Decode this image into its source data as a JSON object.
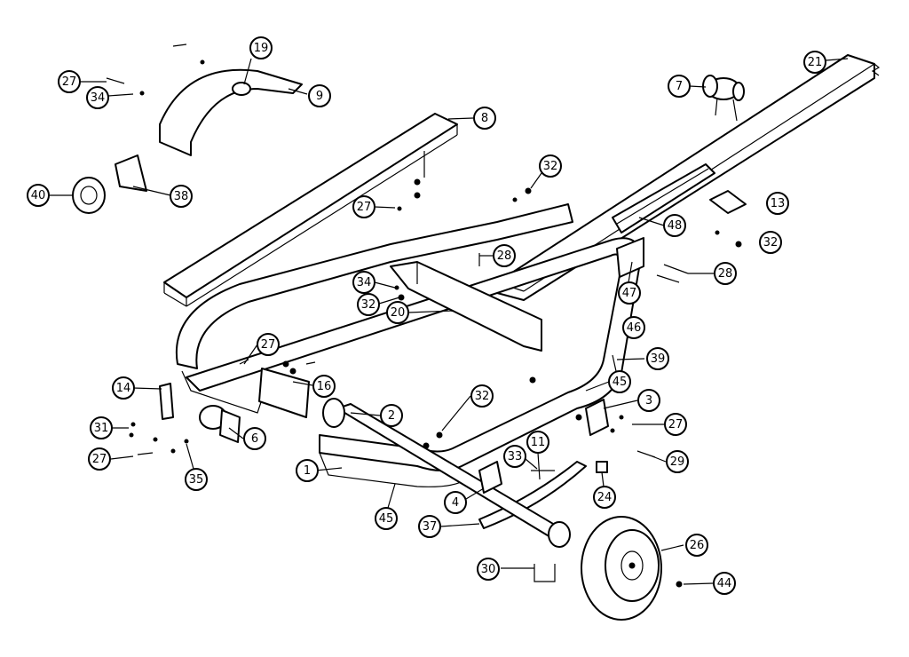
{
  "diagram": {
    "callouts": [
      {
        "id": "c19",
        "label": "19"
      },
      {
        "id": "c9",
        "label": "9"
      },
      {
        "id": "c27a",
        "label": "27"
      },
      {
        "id": "c34a",
        "label": "34"
      },
      {
        "id": "c8",
        "label": "8"
      },
      {
        "id": "c40",
        "label": "40"
      },
      {
        "id": "c38",
        "label": "38"
      },
      {
        "id": "c27b",
        "label": "27"
      },
      {
        "id": "c32a",
        "label": "32"
      },
      {
        "id": "c7",
        "label": "7"
      },
      {
        "id": "c21",
        "label": "21"
      },
      {
        "id": "c13",
        "label": "13"
      },
      {
        "id": "c48",
        "label": "48"
      },
      {
        "id": "c32b",
        "label": "32"
      },
      {
        "id": "c28a",
        "label": "28"
      },
      {
        "id": "c28b",
        "label": "28"
      },
      {
        "id": "c47",
        "label": "47"
      },
      {
        "id": "c34b",
        "label": "34"
      },
      {
        "id": "c32c",
        "label": "32"
      },
      {
        "id": "c20",
        "label": "20"
      },
      {
        "id": "c46",
        "label": "46"
      },
      {
        "id": "c27c",
        "label": "27"
      },
      {
        "id": "c39",
        "label": "39"
      },
      {
        "id": "c14",
        "label": "14"
      },
      {
        "id": "c16",
        "label": "16"
      },
      {
        "id": "c45a",
        "label": "45"
      },
      {
        "id": "c32d",
        "label": "32"
      },
      {
        "id": "c3",
        "label": "3"
      },
      {
        "id": "c2",
        "label": "2"
      },
      {
        "id": "c27d",
        "label": "27"
      },
      {
        "id": "c31",
        "label": "31"
      },
      {
        "id": "c6",
        "label": "6"
      },
      {
        "id": "c11",
        "label": "11"
      },
      {
        "id": "c27e",
        "label": "27"
      },
      {
        "id": "c29",
        "label": "29"
      },
      {
        "id": "c33",
        "label": "33"
      },
      {
        "id": "c1",
        "label": "1"
      },
      {
        "id": "c35",
        "label": "35"
      },
      {
        "id": "c24",
        "label": "24"
      },
      {
        "id": "c4",
        "label": "4"
      },
      {
        "id": "c45b",
        "label": "45"
      },
      {
        "id": "c37",
        "label": "37"
      },
      {
        "id": "c26",
        "label": "26"
      },
      {
        "id": "c30",
        "label": "30"
      },
      {
        "id": "c44",
        "label": "44"
      }
    ]
  }
}
